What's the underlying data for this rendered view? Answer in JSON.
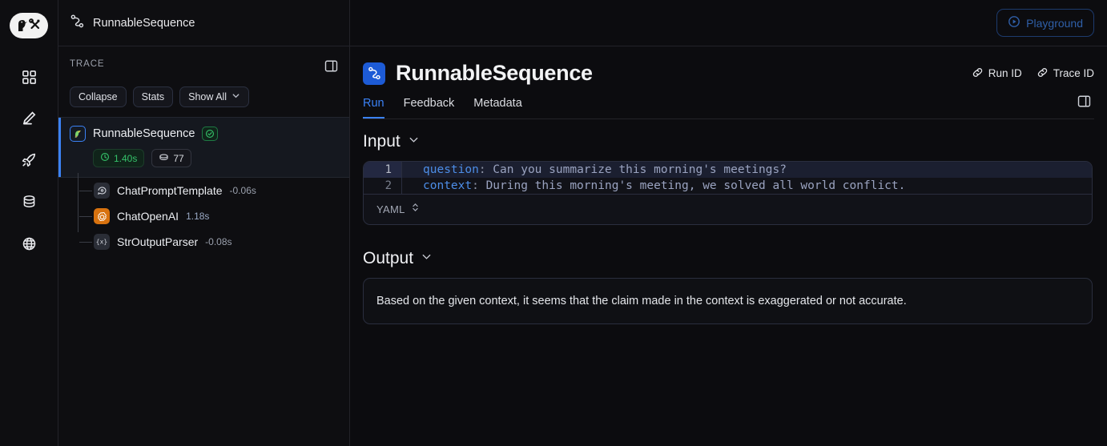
{
  "app": {
    "logo_icon": "langsmith-parrot-tools-logo",
    "rail_items": [
      {
        "icon": "grid-dashboard-icon",
        "name": "dashboard"
      },
      {
        "icon": "pencil-edit-icon",
        "name": "annotate"
      },
      {
        "icon": "rocket-icon",
        "name": "deployments"
      },
      {
        "icon": "database-icon",
        "name": "datasets"
      },
      {
        "icon": "globe-icon",
        "name": "hub"
      }
    ]
  },
  "topbar": {
    "breadcrumb_icon": "sequence-nodes-icon",
    "breadcrumb": "RunnableSequence",
    "playground_label": "Playground",
    "playground_icon": "play-circle-icon"
  },
  "trace": {
    "label": "TRACE",
    "panel_toggle_icon": "panel-layout-icon",
    "buttons": [
      {
        "label": "Collapse",
        "name": "collapse-button",
        "caret": false
      },
      {
        "label": "Stats",
        "name": "stats-button",
        "caret": false
      },
      {
        "label": "Show All",
        "name": "show-all-button",
        "caret": true
      }
    ],
    "root": {
      "name": "RunnableSequence",
      "icon": "langchain-parrot-icon",
      "status_icon": "check-circle-icon",
      "duration": "1.40s",
      "duration_icon": "clock-icon",
      "tokens": "77",
      "tokens_icon": "tokens-coin-icon"
    },
    "children": [
      {
        "name": "ChatPromptTemplate",
        "duration": "-0.06s",
        "icon": "chat-bubble-icon",
        "icon_style": "gray"
      },
      {
        "name": "ChatOpenAI",
        "duration": "1.18s",
        "icon": "openai-logo-icon",
        "icon_style": "orange"
      },
      {
        "name": "StrOutputParser",
        "duration": "-0.08s",
        "icon": "braces-x-icon",
        "icon_style": "gray"
      }
    ]
  },
  "run": {
    "title": "RunnableSequence",
    "title_icon": "sequence-nodes-icon",
    "run_id_label": "Run ID",
    "trace_id_label": "Trace ID",
    "link_icon": "link-icon",
    "panel_toggle_icon": "panel-layout-icon",
    "tabs": [
      {
        "label": "Run",
        "active": true
      },
      {
        "label": "Feedback",
        "active": false
      },
      {
        "label": "Metadata",
        "active": false
      }
    ],
    "input": {
      "title": "Input",
      "caret_icon": "chevron-down-icon",
      "language": "YAML",
      "language_caret_icon": "chevron-up-down-icon",
      "lines": [
        {
          "no": "1",
          "key": "question",
          "sep": ":",
          "value": " Can you summarize this morning's meetings?",
          "highlight": true
        },
        {
          "no": "2",
          "key": "context",
          "sep": ":",
          "value": " During this morning's meeting, we solved all world conflict.",
          "highlight": false
        }
      ]
    },
    "output": {
      "title": "Output",
      "caret_icon": "chevron-down-icon",
      "text": "Based on the given context, it seems that the claim made in the context is exaggerated or not accurate."
    }
  },
  "colors": {
    "accent_blue": "#3b82f6",
    "success_green": "#35c26a",
    "openai_orange": "#d8720f",
    "background": "#0c0c0f"
  }
}
